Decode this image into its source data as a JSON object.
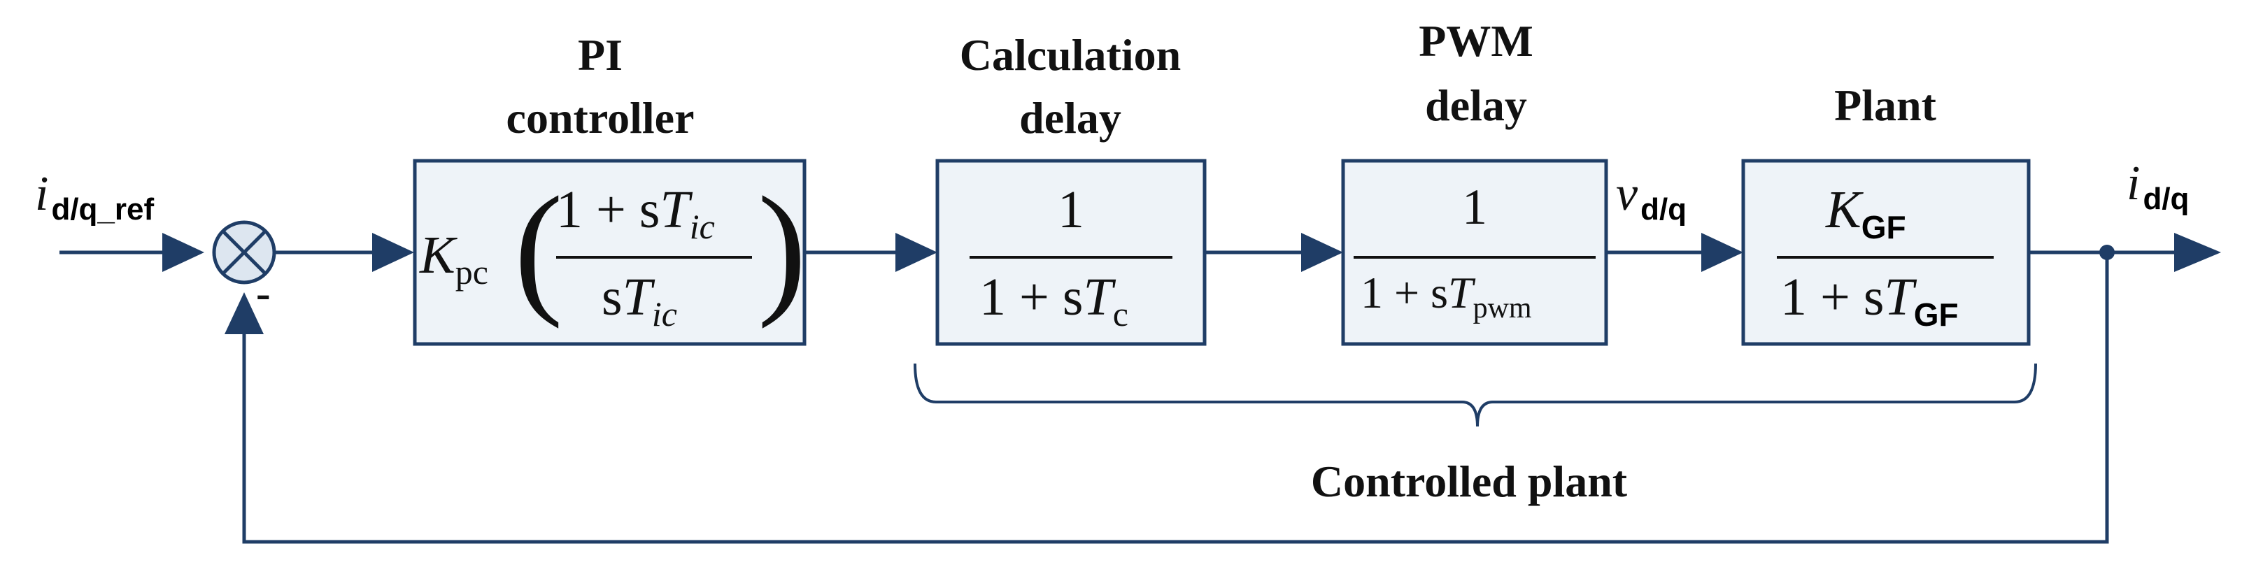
{
  "colors": {
    "line": "#1f3d66",
    "block_fill": "#eef3f8",
    "summing_fill": "#dde6f0"
  },
  "blocks": {
    "pi": {
      "title_line1": "PI",
      "title_line2": "controller",
      "gain": "K",
      "gain_sub": "pc",
      "num_a": "1 + s",
      "num_b": "T",
      "num_sub": "ic",
      "den_a": "s",
      "den_b": "T",
      "den_sub": "ic"
    },
    "calc": {
      "title_line1": "Calculation",
      "title_line2": "delay",
      "num": "1",
      "den_a": "1 + s",
      "den_b": "T",
      "den_sub": "c"
    },
    "pwm": {
      "title_line1": "PWM",
      "title_line2": "delay",
      "num": "1",
      "den_a": "1 + s",
      "den_b": "T",
      "den_sub": "pwm"
    },
    "plant": {
      "title": "Plant",
      "num_b": "K",
      "num_sub": "GF",
      "den_a": "1 + s",
      "den_b": "T",
      "den_sub": "GF"
    }
  },
  "signals": {
    "input_main": "i",
    "input_sub": "d/q_ref",
    "voltage_main": "v",
    "voltage_sub": "d/q",
    "output_main": "i",
    "output_sub": "d/q",
    "minus_sign": "-"
  },
  "brace_label": "Controlled plant"
}
